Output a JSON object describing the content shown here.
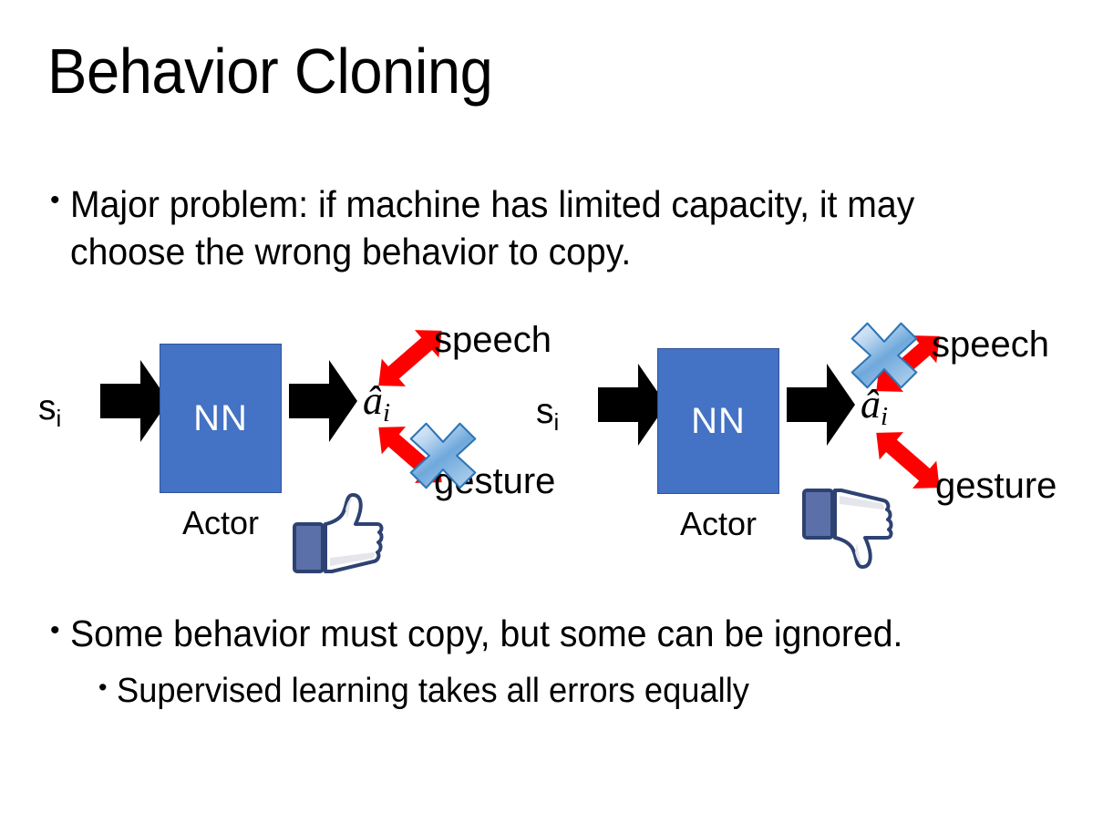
{
  "slide": {
    "title": "Behavior Cloning",
    "background_color": "#FFFFFF",
    "text_color": "#000000"
  },
  "bullets": [
    {
      "id": "bullet-1",
      "level": 1,
      "marker": "•",
      "text": "Major problem: if machine has limited capacity, it may choose the wrong behavior to copy."
    },
    {
      "id": "bullet-2",
      "level": 1,
      "marker": "•",
      "text": "Some behavior must copy, but some can be ignored."
    },
    {
      "id": "bullet-3",
      "level": 2,
      "marker": "•",
      "text": "Supervised learning takes all errors equally"
    }
  ],
  "colors": {
    "nn_box_fill": "#4472C4",
    "nn_box_border": "#2F5597",
    "nn_box_text": "#FFFFFF",
    "arrow_black": "#000000",
    "arrow_red": "#FF0000",
    "cross_blue_light": "#DCE9F8",
    "cross_blue_mid": "#6FA8DC",
    "cross_blue_dark": "#3B7DC4",
    "cross_outline": "#2E75B6",
    "thumb_outline": "#3B5998",
    "thumb_fill": "#FFFFFF",
    "thumb_shadow": "#E4E6EB",
    "thumb_cuff": "#5B6FA8"
  },
  "diagrams": [
    {
      "id": "diagram-left",
      "name": "behavior-cloning-good-case",
      "state_label": {
        "base": "s",
        "sub": "i"
      },
      "nn_label": "NN",
      "actor_label": "Actor",
      "action_label": {
        "base": "â",
        "sub": "i"
      },
      "outputs": [
        {
          "name": "speech",
          "label": "speech",
          "direction": "up",
          "crossed_out": false
        },
        {
          "name": "gesture",
          "label": "gesture",
          "direction": "down",
          "crossed_out": true
        }
      ],
      "feedback_icon": "thumbs-up-icon",
      "feedback_sentiment": "positive"
    },
    {
      "id": "diagram-right",
      "name": "behavior-cloning-bad-case",
      "state_label": {
        "base": "s",
        "sub": "i"
      },
      "nn_label": "NN",
      "actor_label": "Actor",
      "action_label": {
        "base": "â",
        "sub": "i"
      },
      "outputs": [
        {
          "name": "speech",
          "label": "speech",
          "direction": "up",
          "crossed_out": true
        },
        {
          "name": "gesture",
          "label": "gesture",
          "direction": "down",
          "crossed_out": false
        }
      ],
      "feedback_icon": "thumbs-down-icon",
      "feedback_sentiment": "negative"
    }
  ]
}
